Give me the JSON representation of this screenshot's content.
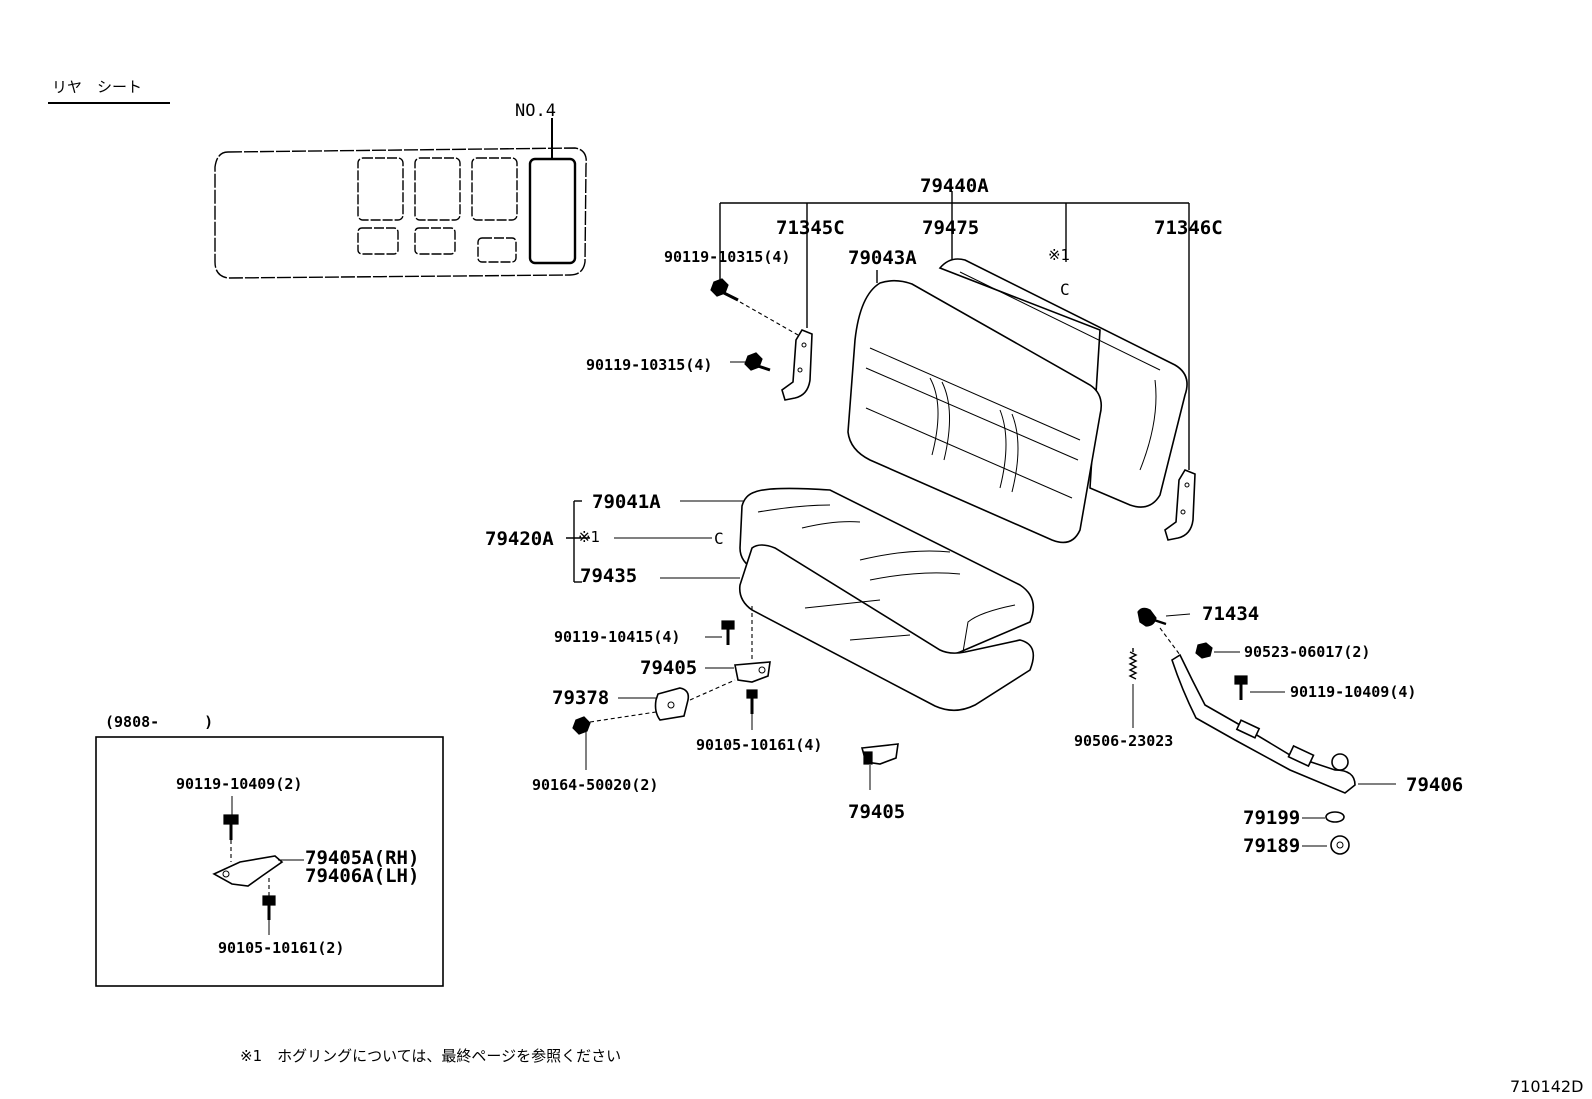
{
  "header": {
    "title": "リヤ　シート"
  },
  "inset_top": {
    "label": "NO.4"
  },
  "labels": {
    "p79440A": "79440A",
    "p71345C": "71345C",
    "p79475": "79475",
    "p71346C": "71346C",
    "p79043A": "79043A",
    "note1_back": "※1",
    "bolt_top": "90119-10315(4)",
    "bolt_mid": "90119-10315(4)",
    "p79041A": "79041A",
    "p79420A": "79420A",
    "note1_cushion": "※1",
    "p79435": "79435",
    "bolt_90119_10415": "90119-10415(4)",
    "p79405_a": "79405",
    "p79378": "79378",
    "bolt_90105_10161": "90105-10161(4)",
    "bolt_90164": "90164-50020(2)",
    "p79405_b": "79405",
    "p71434": "71434",
    "nut_90523": "90523-06017(2)",
    "bolt_90119_10409": "90119-10409(4)",
    "spring_90506": "90506-23023",
    "p79406": "79406",
    "p79199": "79199",
    "p79189": "79189"
  },
  "inset_bottom": {
    "date_range": "(9808-　　　)",
    "bolt_top": "90119-10409(2)",
    "part_rh": "79405A(RH)",
    "part_lh": "79406A(LH)",
    "bolt_bottom": "90105-10161(2)"
  },
  "footer": {
    "note": "※1　ホグリングについては、最終ページを参照ください",
    "code": "710142D"
  }
}
